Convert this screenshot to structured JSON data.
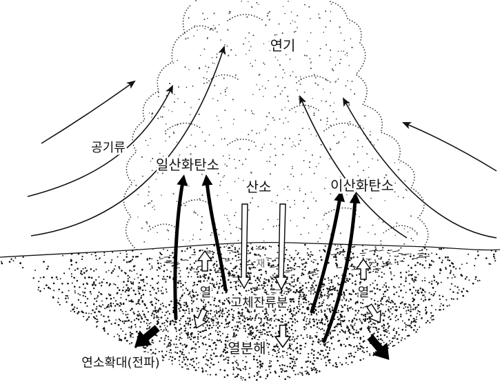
{
  "diagram": {
    "labels": {
      "smoke": "연기",
      "airflow": "공기류",
      "carbon_monoxide": "일산화탄소",
      "oxygen": "산소",
      "carbon_dioxide": "이산화탄소",
      "ash": "재",
      "heat_left": "열",
      "heat_right": "열",
      "solid_residue": "고체잔류분",
      "pyrolysis": "열분해",
      "spread": "연소확대(전파)"
    }
  }
}
